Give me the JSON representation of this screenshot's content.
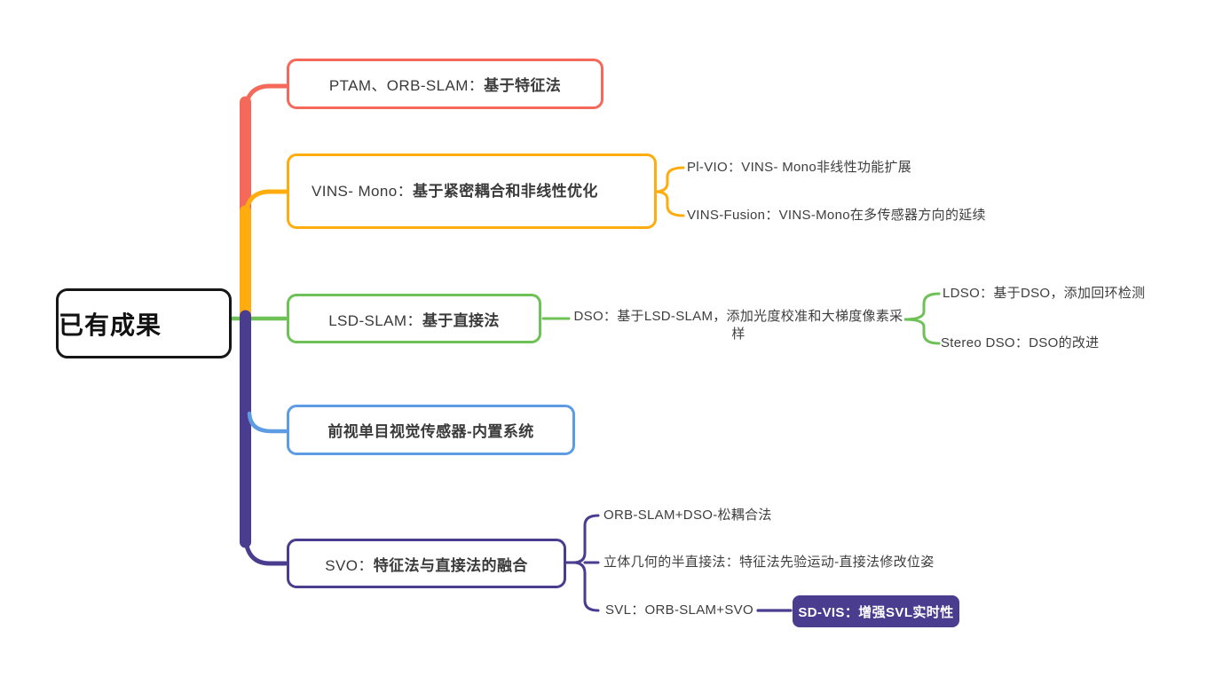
{
  "root": {
    "label": "已有成果"
  },
  "colors": {
    "branch_feature_red": "#f5695a",
    "branch_vins_amber": "#ffad0e",
    "branch_direct_green": "#6ec156",
    "branch_front_blue": "#5d9ce2",
    "branch_svo_indigo": "#4a3d8f",
    "root_border_black": "#161616",
    "leaf_text_gray": "#3e3e3e",
    "sdvis_fill_indigo": "#4a3d8f",
    "background": "#ffffff"
  },
  "branches": [
    {
      "label_prefix": "PTAM、ORB-SLAM：",
      "label_bold": "基于特征法",
      "color": "#f5695a",
      "children": []
    },
    {
      "label_prefix": "VINS- Mono：",
      "label_bold": "基于紧密耦合和非线性优化",
      "color": "#ffad0e",
      "children": [
        {
          "label": "Pl-VIO：VINS- Mono非线性功能扩展"
        },
        {
          "label": "VINS-Fusion：VINS-Mono在多传感器方向的延续"
        }
      ]
    },
    {
      "label_prefix": "LSD-SLAM：",
      "label_bold": "基于直接法",
      "color": "#6ec156",
      "children": [
        {
          "label": "DSO：基于LSD-SLAM，添加光度校准和大梯度像素采样",
          "children": [
            {
              "label": "LDSO：基于DSO，添加回环检测"
            },
            {
              "label": "Stereo DSO：DSO的改进"
            }
          ]
        }
      ]
    },
    {
      "label_prefix": "",
      "label_bold": "前视单目视觉传感器-内置系统",
      "color": "#5d9ce2",
      "children": []
    },
    {
      "label_prefix": "SVO：",
      "label_bold": "特征法与直接法的融合",
      "color": "#4a3d8f",
      "children": [
        {
          "label": "ORB-SLAM+DSO-松耦合法"
        },
        {
          "label": "立体几何的半直接法：特征法先验运动-直接法修改位姿"
        },
        {
          "label": "SVL：ORB-SLAM+SVO",
          "children": [
            {
              "label": "SD-VIS：增强SVL实时性"
            }
          ]
        }
      ]
    }
  ]
}
